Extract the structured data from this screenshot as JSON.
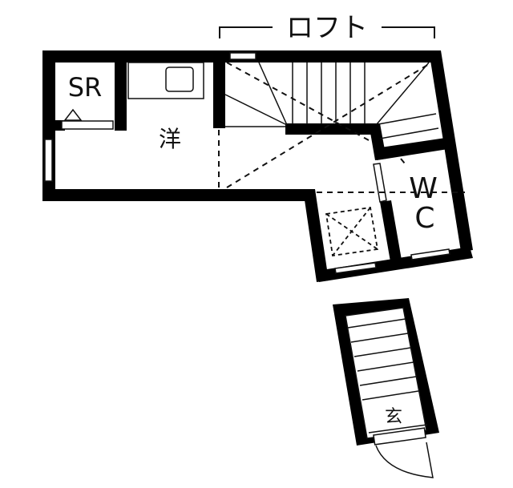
{
  "plan": {
    "loft_label": "ロフト",
    "rooms": {
      "storage": "SR",
      "western_room": "洋",
      "toilet_w": "W",
      "toilet_c": "C",
      "entrance": "玄"
    },
    "colors": {
      "wall": "#000000",
      "background": "#ffffff",
      "line": "#111111"
    }
  }
}
